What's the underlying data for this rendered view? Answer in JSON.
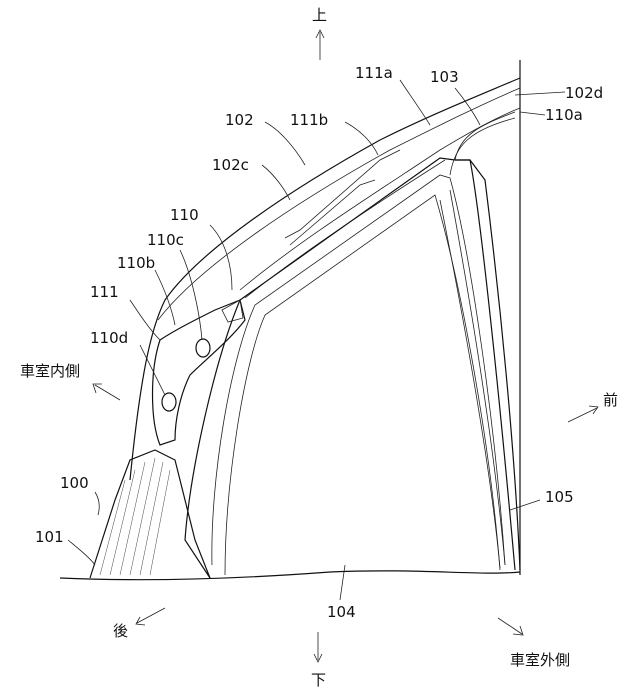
{
  "labels": {
    "l100": "100",
    "l101": "101",
    "l102": "102",
    "l102c": "102c",
    "l102d": "102d",
    "l103": "103",
    "l104": "104",
    "l105": "105",
    "l110": "110",
    "l110a": "110a",
    "l110b": "110b",
    "l110c": "110c",
    "l110d": "110d",
    "l111": "111",
    "l111a": "111a",
    "l111b": "111b"
  },
  "directions": {
    "up": "上",
    "down": "下",
    "front": "前",
    "rear": "後",
    "cabin_inner": "車室内側",
    "cabin_outer": "車室外側"
  }
}
